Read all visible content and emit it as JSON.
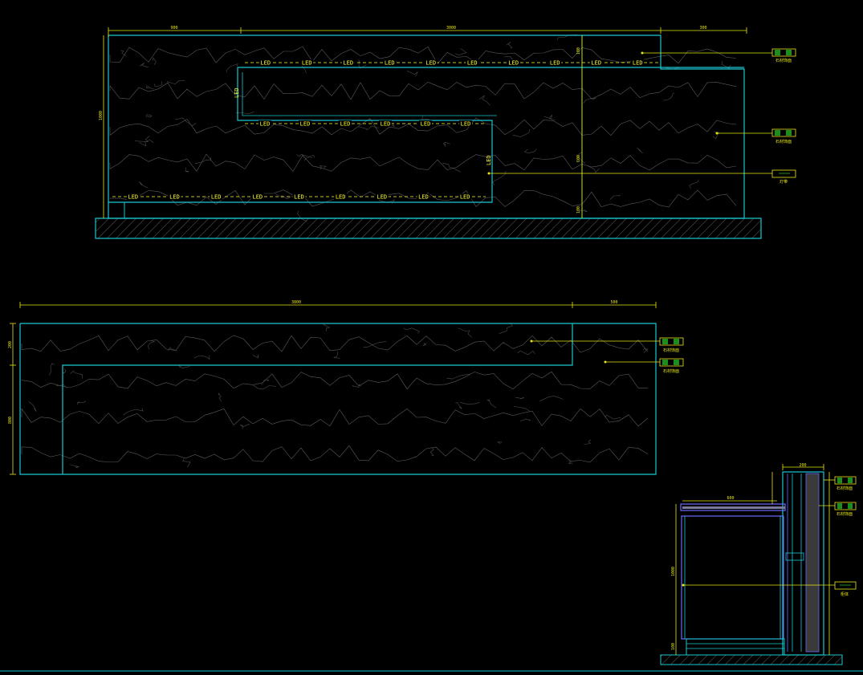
{
  "colors": {
    "background": "#000000",
    "outline": "#19c8d2",
    "dimension": "#e6e619",
    "led": "#ffff33",
    "texture": "#5a5a5a",
    "callout_tag_fill": "#1b8f1b",
    "section_inner": "#6a6aff",
    "hatch": "#7a7a7a"
  },
  "elevation_front": {
    "dims_top": [
      "900",
      "3000",
      "300"
    ],
    "dim_left": "1000",
    "dims_right": [
      "100",
      "600",
      "100"
    ],
    "led_label": "LED",
    "led_top_count": 10,
    "led_mid_count": 6,
    "led_bottom_count": 9,
    "callouts": [
      "石材饰面",
      "石材饰面",
      "灯带"
    ]
  },
  "elevation_plan": {
    "dims_top": [
      "3800",
      "500"
    ],
    "dims_left": [
      "200",
      "800"
    ],
    "callouts": [
      "石材饰面",
      "石材饰面"
    ]
  },
  "section": {
    "dims_top": [
      "200",
      "600"
    ],
    "dim_left": "1000",
    "dim_bottom": "100",
    "callouts": [
      "石材饰面",
      "石材饰面",
      "柜体"
    ]
  }
}
